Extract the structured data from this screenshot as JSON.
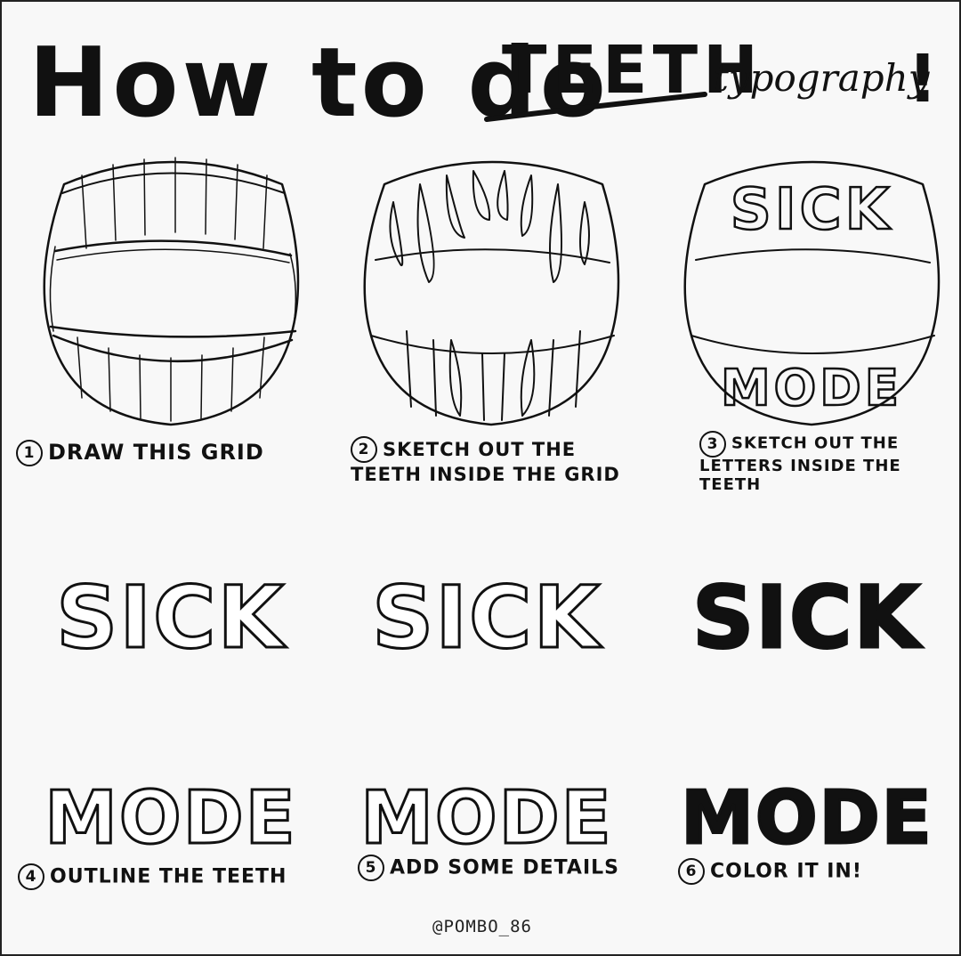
{
  "title": {
    "part1": "How to do",
    "part2": "TEETH",
    "part3": "typography",
    "bang": "!"
  },
  "steps": [
    {
      "num": "1",
      "text": "DRAW THIS GRID"
    },
    {
      "num": "2",
      "text": "SKETCH OUT THE TEETH INSIDE THE GRID"
    },
    {
      "num": "3",
      "text": "SKETCH OUT THE LETTERS INSIDE THE TEETH"
    },
    {
      "num": "4",
      "text": "OUTLINE THE TEETH"
    },
    {
      "num": "5",
      "text": "ADD SOME DETAILS"
    },
    {
      "num": "6",
      "text": "COLOR IT IN!"
    }
  ],
  "artwork": {
    "upper_word": "SICK",
    "lower_word": "MODE"
  },
  "credit": "@POMBO_86",
  "colors": {
    "ink": "#111111",
    "paper": "#f8f8f8"
  }
}
